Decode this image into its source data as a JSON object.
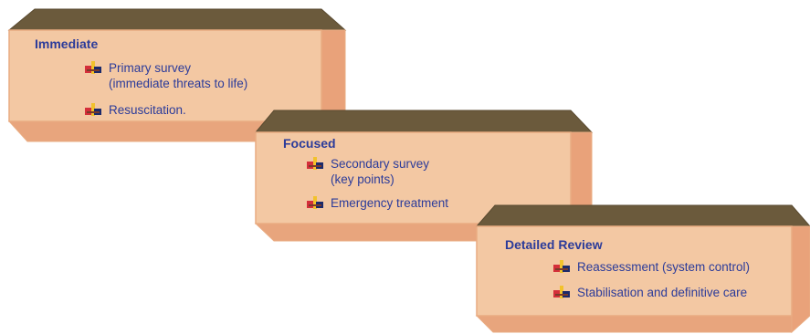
{
  "diagram": {
    "colors": {
      "top": "#6b5a3c",
      "top_edge": "#5a4a30",
      "front": "#f3c8a3",
      "front_border": "#e9ac82",
      "side": "#e9a27a",
      "bottom": "#e8a57d",
      "text": "#2b3b9a",
      "bullet_red": "#d42f3a",
      "bullet_yellow": "#f2c22c",
      "bullet_navy": "#1b2a6b"
    },
    "stages": [
      {
        "title": "Immediate",
        "items": [
          {
            "lines": [
              "Primary survey",
              "(immediate threats to life)"
            ],
            "icon": "bullet-cube-icon"
          },
          {
            "lines": [
              "Resuscitation."
            ],
            "icon": "bullet-cube-icon"
          }
        ]
      },
      {
        "title": "Focused",
        "items": [
          {
            "lines": [
              "Secondary survey",
              "(key points)"
            ],
            "icon": "bullet-cube-icon"
          },
          {
            "lines": [
              "Emergency treatment"
            ],
            "icon": "bullet-cube-icon"
          }
        ]
      },
      {
        "title": "Detailed Review",
        "items": [
          {
            "lines": [
              "Reassessment (system control)"
            ],
            "icon": "bullet-cube-icon"
          },
          {
            "lines": [
              "Stabilisation and definitive care"
            ],
            "icon": "bullet-cube-icon"
          }
        ]
      }
    ]
  }
}
